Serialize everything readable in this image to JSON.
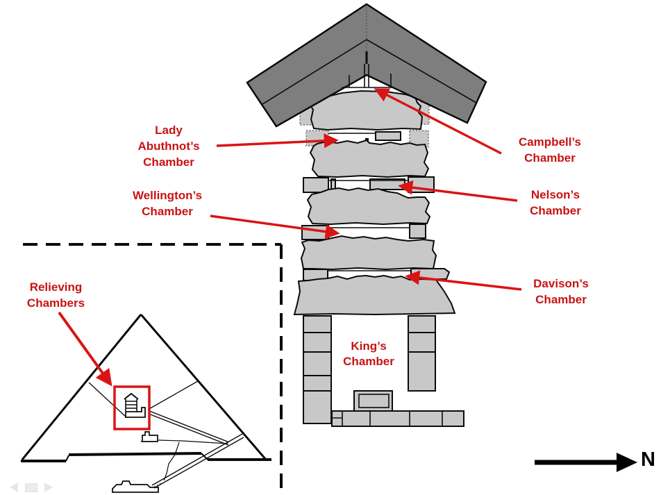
{
  "colors": {
    "label_red": "#C91212",
    "arrow_red": "#DA1414",
    "roof_gray": "#7E7E7E",
    "block_gray": "#C8C8C8",
    "line_black": "#0A0A0A"
  },
  "labels": {
    "lady_abuthnot": {
      "line1": "Lady",
      "line2": "Abuthnot’s",
      "line3": "Chamber"
    },
    "campbell": {
      "line1": "Campbell’s",
      "line2": "Chamber"
    },
    "wellington": {
      "line1": "Wellington’s",
      "line2": "Chamber"
    },
    "nelson": {
      "line1": "Nelson’s",
      "line2": "Chamber"
    },
    "davison": {
      "line1": "Davison’s",
      "line2": "Chamber"
    },
    "kings": {
      "line1": "King’s",
      "line2": "Chamber"
    },
    "relieving": {
      "line1": "Relieving",
      "line2": "Chambers"
    }
  },
  "compass": {
    "label": "N"
  }
}
